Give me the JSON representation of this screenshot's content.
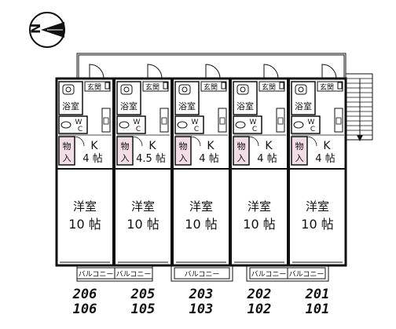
{
  "compass": {
    "letter": "N",
    "icon": "north-arrow-icon"
  },
  "labels": {
    "bath": "浴室",
    "entrance": "玄関",
    "wc": "WC",
    "storage": "物入",
    "kitchen": "K",
    "western_room": "洋室",
    "balcony": "バルコニー"
  },
  "units": [
    {
      "upper": "206",
      "lower": "106",
      "kitchen_size": "4 帖",
      "room_size": "10 帖"
    },
    {
      "upper": "205",
      "lower": "105",
      "kitchen_size": "4.5 帖",
      "room_size": "10 帖"
    },
    {
      "upper": "203",
      "lower": "103",
      "kitchen_size": "4 帖",
      "room_size": "10 帖"
    },
    {
      "upper": "202",
      "lower": "102",
      "kitchen_size": "4 帖",
      "room_size": "10 帖"
    },
    {
      "upper": "201",
      "lower": "101",
      "kitchen_size": "4 帖",
      "room_size": "10 帖"
    }
  ],
  "colors": {
    "wall": "#111111",
    "storage_fill": "#f2dce6",
    "background": "#ffffff"
  }
}
